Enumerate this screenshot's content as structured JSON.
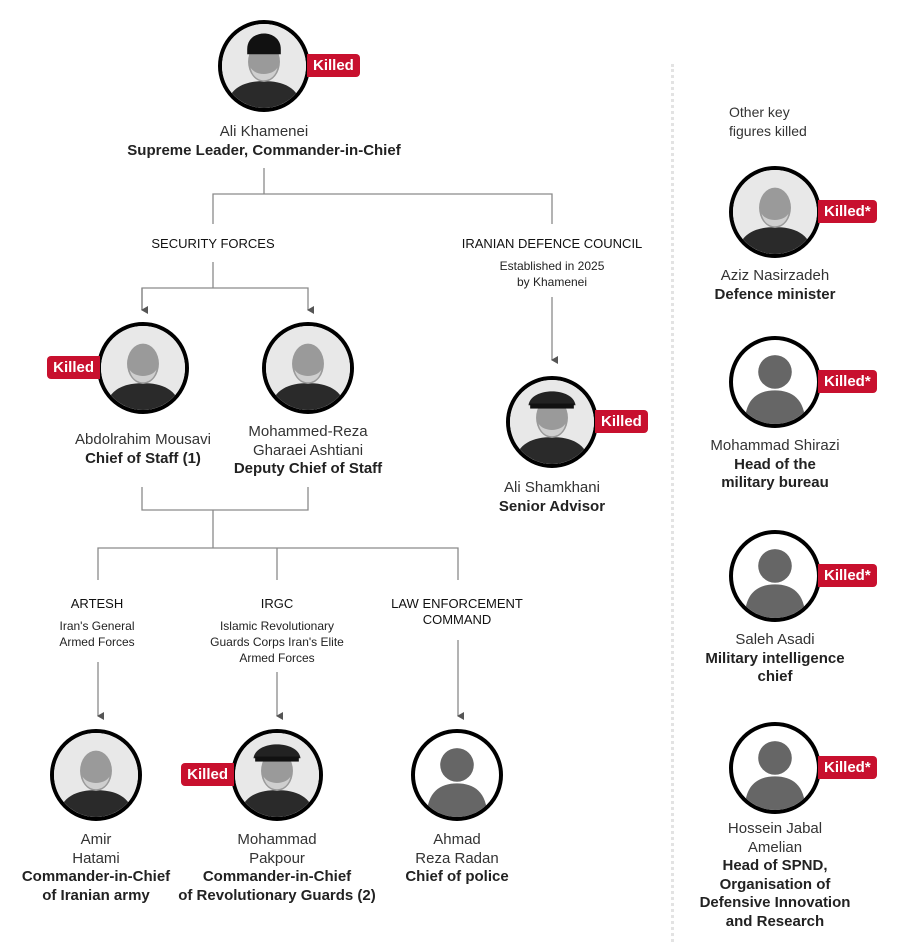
{
  "badge_color": "#c8102e",
  "groups": {
    "security": {
      "title": "SECURITY FORCES",
      "desc": []
    },
    "council": {
      "title": "IRANIAN DEFENCE COUNCIL",
      "desc": [
        "Established in 2025",
        "by Khamenei"
      ]
    },
    "artesh": {
      "title": "ARTESH",
      "desc": [
        "Iran's General",
        "Armed Forces"
      ]
    },
    "irgc": {
      "title": "IRGC",
      "desc": [
        "Islamic Revolutionary",
        "Guards Corps Iran's Elite",
        "Armed Forces"
      ]
    },
    "law": {
      "title": "LAW ENFORCEMENT COMMAND",
      "desc": []
    }
  },
  "other_label": [
    "Other key",
    "figures killed"
  ],
  "people": [
    {
      "id": "khamenei",
      "name": [
        "Ali Khamenei"
      ],
      "title": [
        "Supreme Leader, Commander-in-Chief"
      ],
      "badge": "Killed",
      "photo": "portrait-turban"
    },
    {
      "id": "mousavi",
      "name": [
        "Abdolrahim Mousavi"
      ],
      "title": [
        "Chief of Staff (1)"
      ],
      "badge": "Killed",
      "photo": "portrait"
    },
    {
      "id": "ashtiani",
      "name": [
        "Mohammed-Reza",
        "Gharaei Ashtiani"
      ],
      "title": [
        "Deputy Chief of Staff"
      ],
      "badge": null,
      "photo": "portrait"
    },
    {
      "id": "shamkhani",
      "name": [
        "Ali Shamkhani"
      ],
      "title": [
        "Senior Advisor"
      ],
      "badge": "Killed",
      "photo": "portrait-cap"
    },
    {
      "id": "hatami",
      "name": [
        "Amir",
        "Hatami"
      ],
      "title": [
        "Commander-in-Chief",
        "of Iranian army"
      ],
      "badge": null,
      "photo": "portrait"
    },
    {
      "id": "pakpour",
      "name": [
        "Mohammad",
        "Pakpour"
      ],
      "title": [
        "Commander-in-Chief",
        "of Revolutionary Guards (2)"
      ],
      "badge": "Killed",
      "photo": "portrait-cap"
    },
    {
      "id": "radan",
      "name": [
        "Ahmad",
        "Reza Radan"
      ],
      "title": [
        "Chief of police"
      ],
      "badge": null,
      "photo": "silhouette"
    },
    {
      "id": "nasirzadeh",
      "name": [
        "Aziz Nasirzadeh"
      ],
      "title": [
        "Defence minister"
      ],
      "badge": "Killed*",
      "photo": "portrait"
    },
    {
      "id": "shirazi",
      "name": [
        "Mohammad Shirazi"
      ],
      "title": [
        "Head of the",
        "military bureau"
      ],
      "badge": "Killed*",
      "photo": "silhouette"
    },
    {
      "id": "asadi",
      "name": [
        "Saleh Asadi"
      ],
      "title": [
        "Military intelligence",
        "chief"
      ],
      "badge": "Killed*",
      "photo": "silhouette"
    },
    {
      "id": "amelian",
      "name": [
        "Hossein Jabal",
        "Amelian"
      ],
      "title": [
        "Head of SPND,",
        "Organisation of",
        "Defensive Innovation",
        "and Research"
      ],
      "badge": "Killed*",
      "photo": "silhouette"
    }
  ]
}
